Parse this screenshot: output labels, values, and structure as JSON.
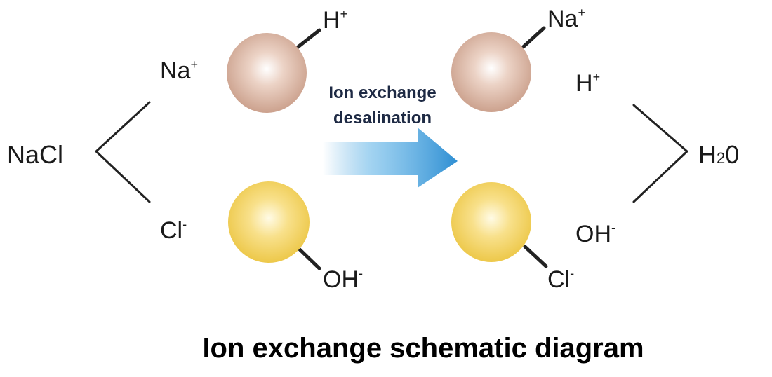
{
  "reactant": {
    "compound": "NaCl",
    "cation": "Na",
    "cation_charge": "+",
    "anion": "Cl",
    "anion_charge": "-"
  },
  "resin_before": {
    "cation_resin_ion": "H",
    "cation_resin_charge": "+",
    "anion_resin_ion": "OH",
    "anion_resin_charge": "-"
  },
  "process": {
    "line1": "Ion exchange",
    "line2": "desalination"
  },
  "resin_after": {
    "cation_resin_ion": "Na",
    "cation_resin_charge": "+",
    "anion_resin_ion": "Cl",
    "anion_resin_charge": "-"
  },
  "product": {
    "cation": "H",
    "cation_charge": "+",
    "anion": "OH",
    "anion_charge": "-",
    "compound_main": "H",
    "compound_sub": "2",
    "compound_end": "0"
  },
  "title": "Ion exchange schematic diagram",
  "colors": {
    "cation_resin": "#d2a590",
    "anion_resin": "#f2cf55",
    "arrow": "#3a9ad9"
  }
}
